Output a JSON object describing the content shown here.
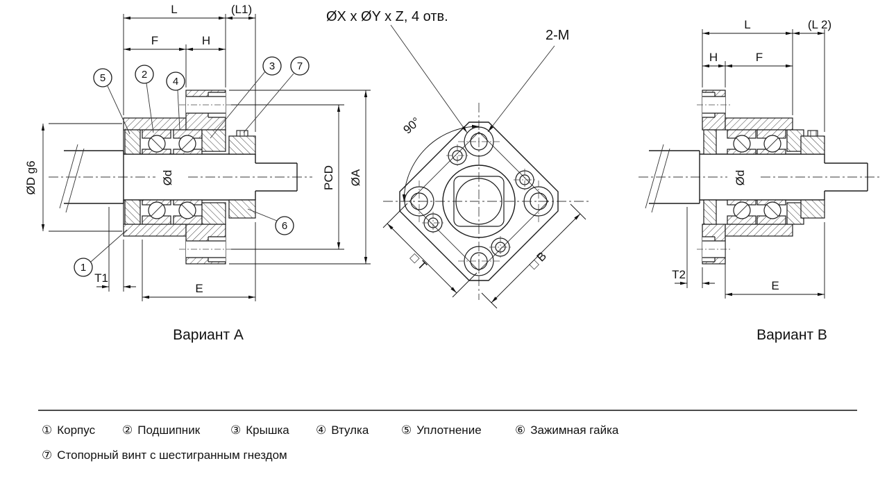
{
  "drawing": {
    "variant_a": {
      "caption": "Вариант A",
      "dim_L": "L",
      "dim_L1": "(L1)",
      "dim_F": "F",
      "dim_H": "H",
      "dim_D": "ØD g6",
      "dim_d": "Ød",
      "dim_PCD": "PCD",
      "dim_A": "ØA",
      "dim_T1": "T1",
      "dim_E": "E",
      "balloons": {
        "b1": "1",
        "b2": "2",
        "b3": "3",
        "b4": "4",
        "b5": "5",
        "b6": "6",
        "b7": "7"
      }
    },
    "front_view": {
      "holes_note": "ØX x ØY x Z, 4 отв.",
      "thread_label": "2-M",
      "angle_label": "90°",
      "dim_T": "□ T",
      "dim_B": "□ B"
    },
    "variant_b": {
      "caption": "Вариант B",
      "dim_L": "L",
      "dim_L2": "(L 2)",
      "dim_H": "H",
      "dim_F": "F",
      "dim_d": "Ød",
      "dim_T2": "T2",
      "dim_E": "E"
    }
  },
  "legend": {
    "row1": [
      {
        "num": "①",
        "label": "Корпус"
      },
      {
        "num": "②",
        "label": "Подшипник"
      },
      {
        "num": "③",
        "label": "Крышка"
      },
      {
        "num": "④",
        "label": "Втулка"
      },
      {
        "num": "⑤",
        "label": "Уплотнение"
      },
      {
        "num": "⑥",
        "label": "Зажимная гайка"
      }
    ],
    "row2": [
      {
        "num": "⑦",
        "label": "Стопорный винт с шестигранным гнездом"
      }
    ]
  }
}
